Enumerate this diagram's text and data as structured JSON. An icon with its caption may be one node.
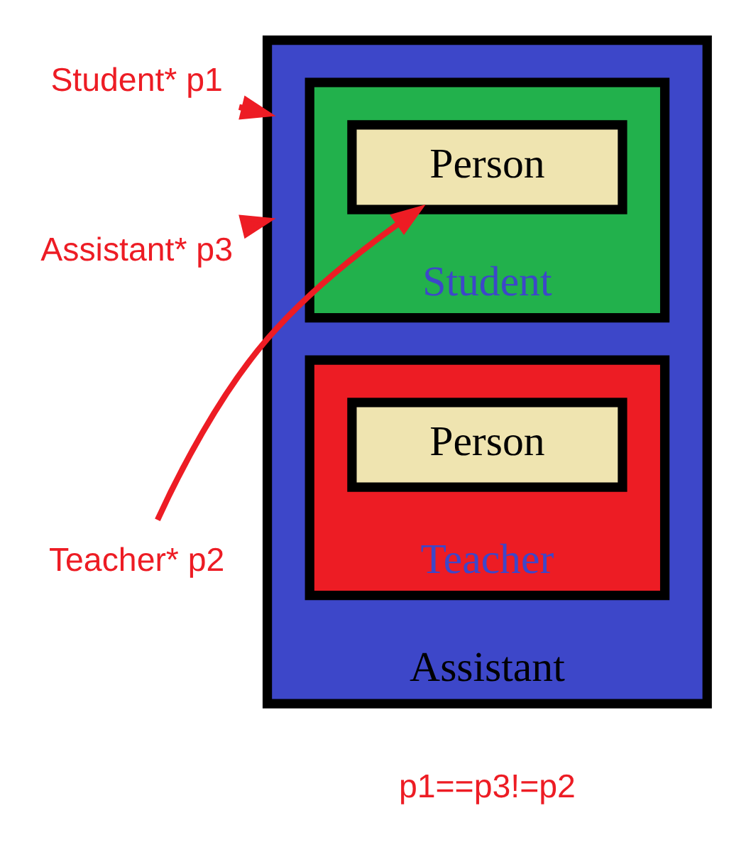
{
  "diagram": {
    "nodes": [
      {
        "text": [
          "Student* p1"
        ]
      },
      {
        "text": [
          "Assistant* p3"
        ]
      },
      {
        "text": [
          "Teacher* p2"
        ]
      },
      {
        "text": [
          "Assistant"
        ]
      },
      {
        "text": [
          "Student"
        ],
        "in": 3
      },
      {
        "text": [
          "Person"
        ],
        "in": 4
      },
      {
        "text": [
          "Teacher"
        ],
        "in": 3
      },
      {
        "text": [
          "Person"
        ],
        "in": 6
      }
    ],
    "edges": [
      {
        "from": 0,
        "to": 3,
        "arrow": "to"
      },
      {
        "from": 1,
        "to": 3,
        "arrow": "to"
      },
      {
        "from": 2,
        "to": 5,
        "arrow": "to"
      }
    ],
    "labels": [
      "p1==p3!=p2"
    ]
  }
}
